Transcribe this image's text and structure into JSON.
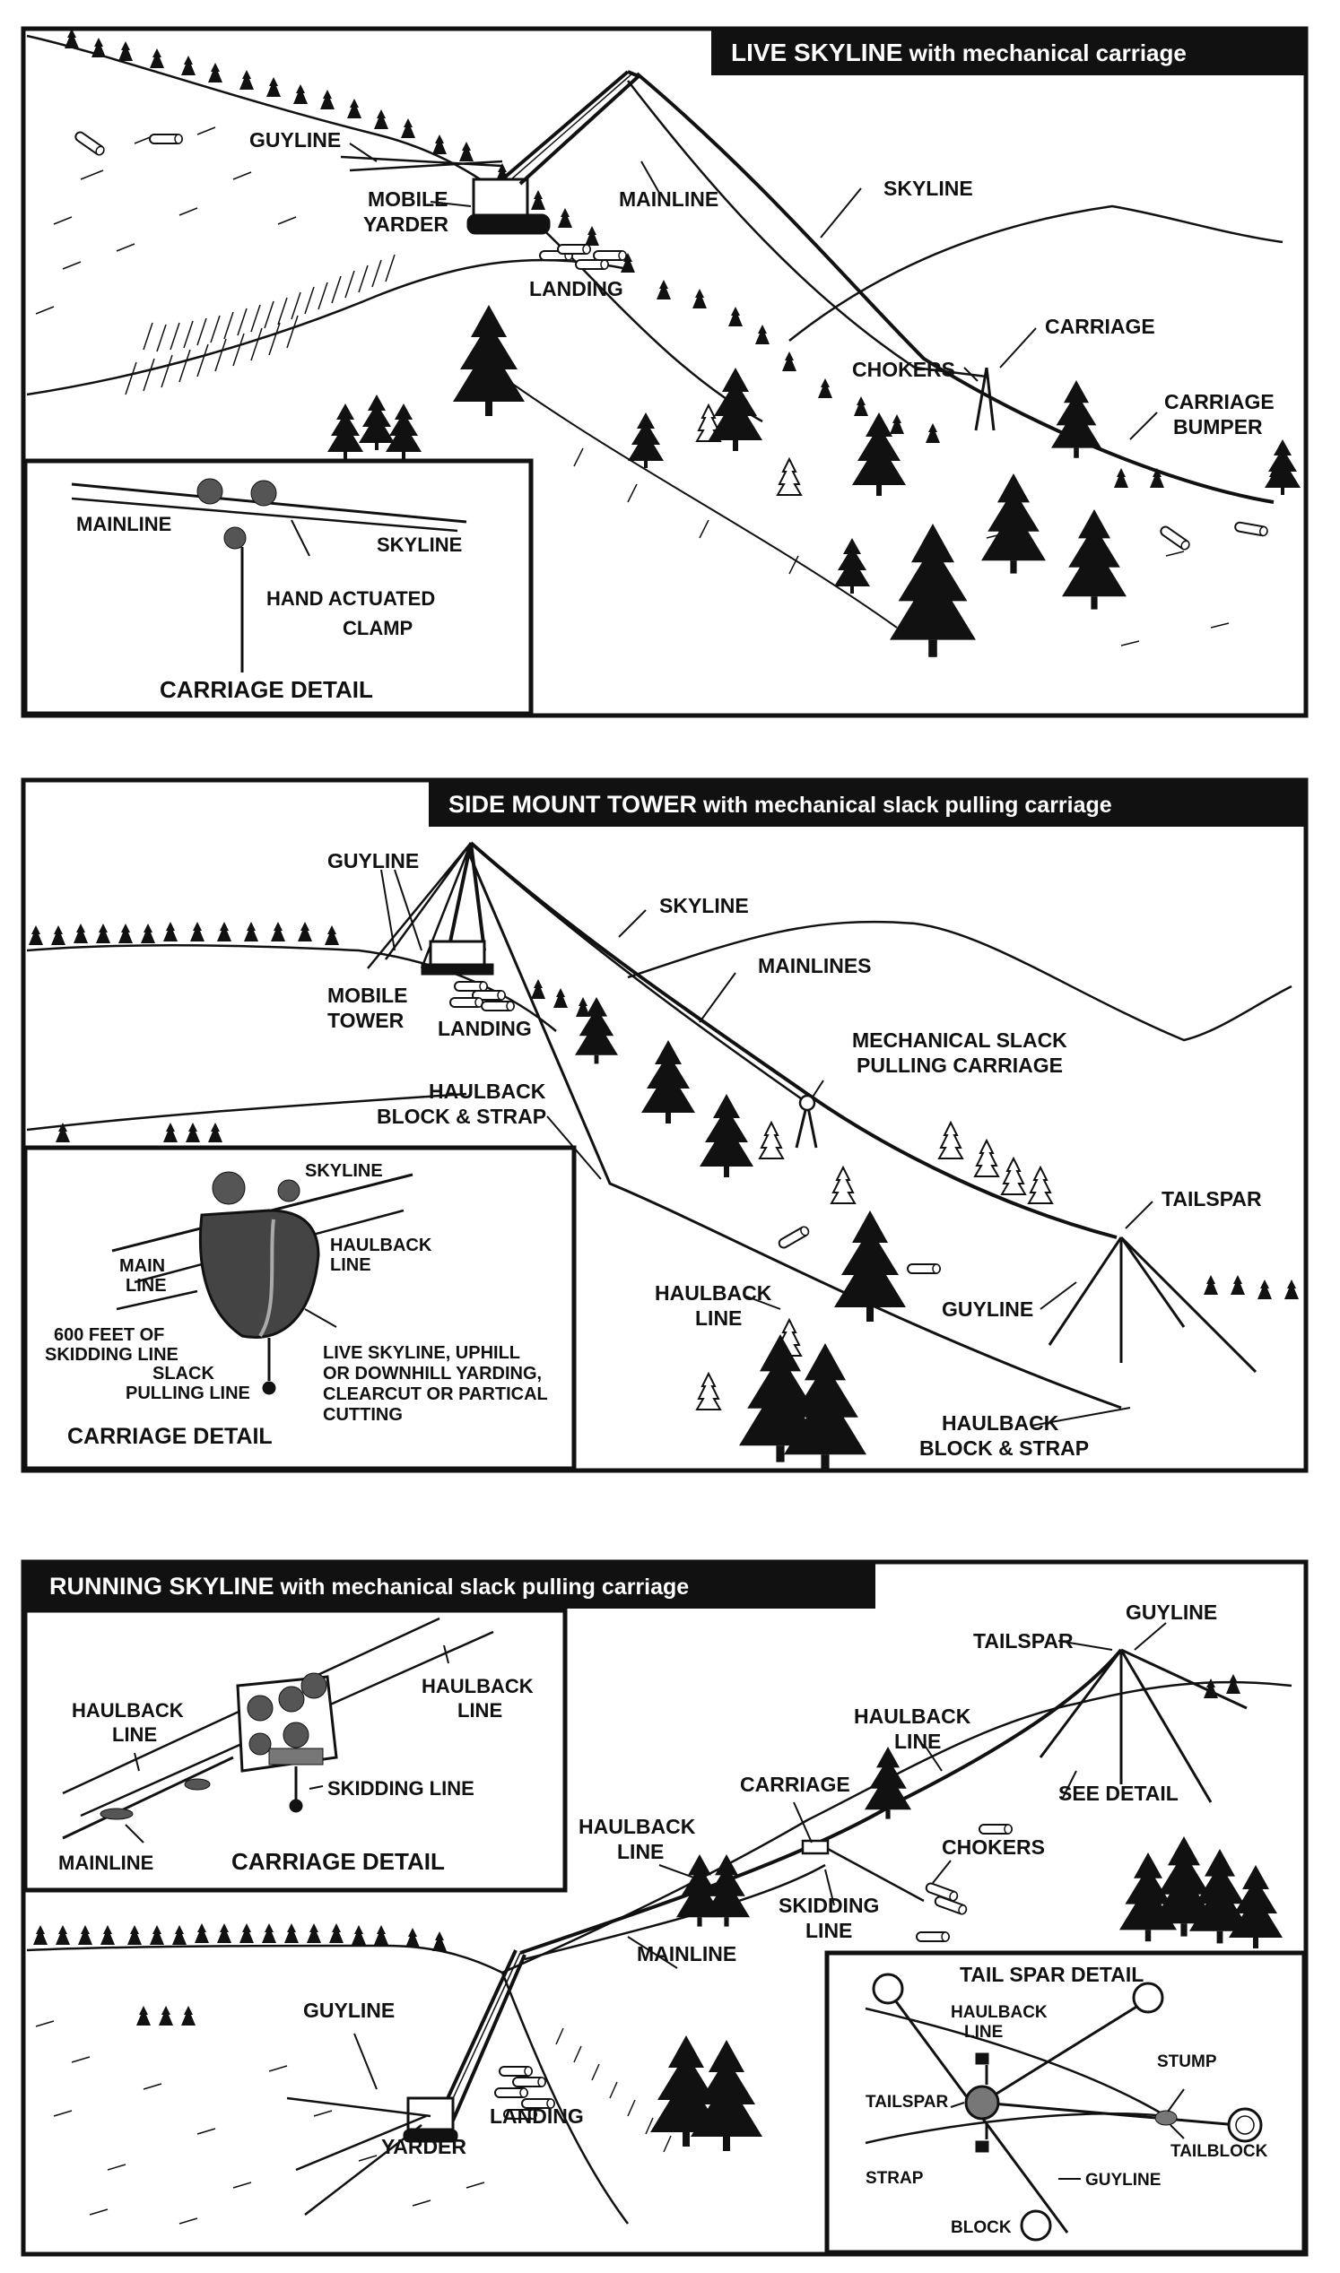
{
  "panels": [
    {
      "title_bold": "LIVE SKYLINE",
      "title_rest": " with mechanical carriage",
      "labels": {
        "guyline": "GUYLINE",
        "mobile_yarder": [
          "MOBILE",
          "YARDER"
        ],
        "mainline": "MAINLINE",
        "skyline": "SKYLINE",
        "landing": "LANDING",
        "carriage": "CARRIAGE",
        "chokers": "CHOKERS",
        "carriage_bumper": [
          "CARRIAGE",
          "BUMPER"
        ]
      },
      "detail": {
        "title": "CARRIAGE DETAIL",
        "mainline": "MAINLINE",
        "skyline": "SKYLINE",
        "clamp": [
          "HAND ACTUATED",
          "CLAMP"
        ]
      }
    },
    {
      "title_bold": "SIDE MOUNT TOWER",
      "title_rest": " with mechanical slack pulling carriage",
      "labels": {
        "guyline": "GUYLINE",
        "skyline": "SKYLINE",
        "mainlines": "MAINLINES",
        "mobile_tower": [
          "MOBILE",
          "TOWER"
        ],
        "landing": "LANDING",
        "slack_carriage": [
          "MECHANICAL SLACK",
          "PULLING CARRIAGE"
        ],
        "haulback_block_top": [
          "HAULBACK",
          "BLOCK & STRAP"
        ],
        "tailspar": "TAILSPAR",
        "haulback_line": [
          "HAULBACK",
          "LINE"
        ],
        "guyline_right": "GUYLINE",
        "haulback_block_bottom": [
          "HAULBACK",
          "BLOCK & STRAP"
        ]
      },
      "detail": {
        "title": "CARRIAGE DETAIL",
        "skyline": "SKYLINE",
        "main_line": [
          "MAIN",
          "LINE"
        ],
        "haulback_line": [
          "HAULBACK",
          "LINE"
        ],
        "skidding": [
          "600 FEET OF",
          "SKIDDING LINE"
        ],
        "slack": [
          "SLACK",
          "PULLING LINE"
        ],
        "note": [
          "LIVE SKYLINE, UPHILL",
          "OR DOWNHILL YARDING,",
          "CLEARCUT OR PARTICAL",
          "CUTTING"
        ]
      }
    },
    {
      "title_bold": "RUNNING SKYLINE",
      "title_rest": " with mechanical slack pulling carriage",
      "labels": {
        "tailspar": "TAILSPAR",
        "guyline_top": "GUYLINE",
        "haulback_line_right": [
          "HAULBACK",
          "LINE"
        ],
        "carriage": "CARRIAGE",
        "see_detail": "SEE DETAIL",
        "haulback_line_left": [
          "HAULBACK",
          "LINE"
        ],
        "chokers": "CHOKERS",
        "skidding_line": [
          "SKIDDING",
          "LINE"
        ],
        "mainline": "MAINLINE",
        "guyline_left": "GUYLINE",
        "landing": "LANDING",
        "yarder": "YARDER"
      },
      "detail": {
        "title": "CARRIAGE DETAIL",
        "haulback_left": [
          "HAULBACK",
          "LINE"
        ],
        "haulback_right": [
          "HAULBACK",
          "LINE"
        ],
        "skidding_line": "SKIDDING LINE",
        "mainline": "MAINLINE"
      },
      "tail_detail": {
        "title": "TAIL SPAR DETAIL",
        "haulback_line": [
          "HAULBACK",
          "LINE"
        ],
        "stump": "STUMP",
        "tailspar": "TAILSPAR",
        "tailblock": "TAILBLOCK",
        "strap": "STRAP",
        "guyline": "GUYLINE",
        "block": "BLOCK"
      }
    }
  ]
}
